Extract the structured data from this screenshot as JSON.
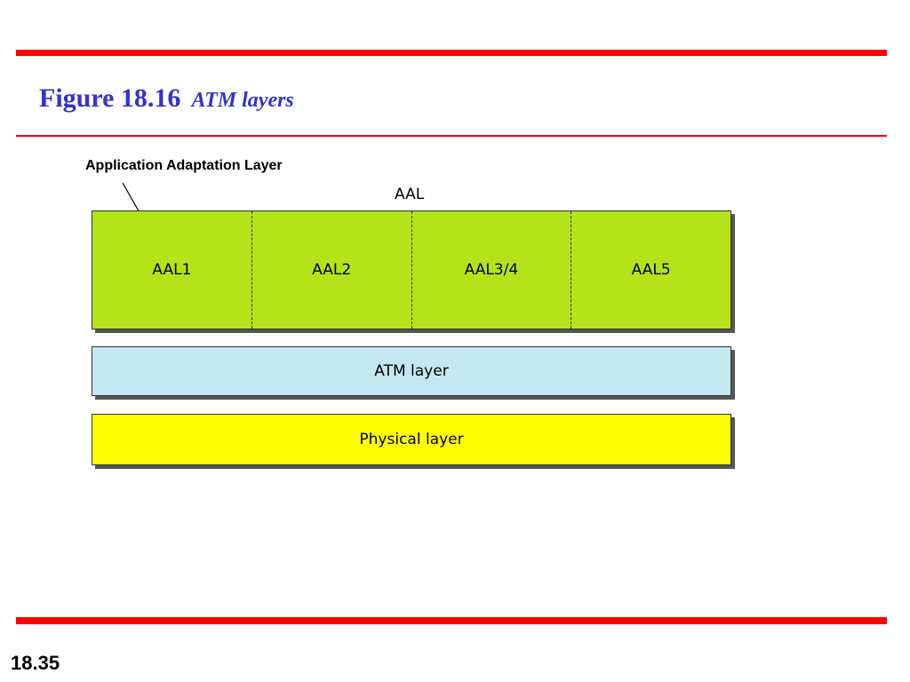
{
  "title": {
    "figure": "Figure 18.16",
    "caption": "ATM layers"
  },
  "annotation": "Application Adaptation Layer",
  "diagram": {
    "aal_heading": "AAL",
    "aal_sublayers": [
      "AAL1",
      "AAL2",
      "AAL3/4",
      "AAL5"
    ],
    "atm_layer": "ATM layer",
    "physical_layer": "Physical layer"
  },
  "colors": {
    "title": "#3333cc",
    "rule": "#ff0000",
    "aal": "#b5e31a",
    "atm": "#c4e8f0",
    "physical": "#ffff00"
  },
  "slide_number": "18.35"
}
